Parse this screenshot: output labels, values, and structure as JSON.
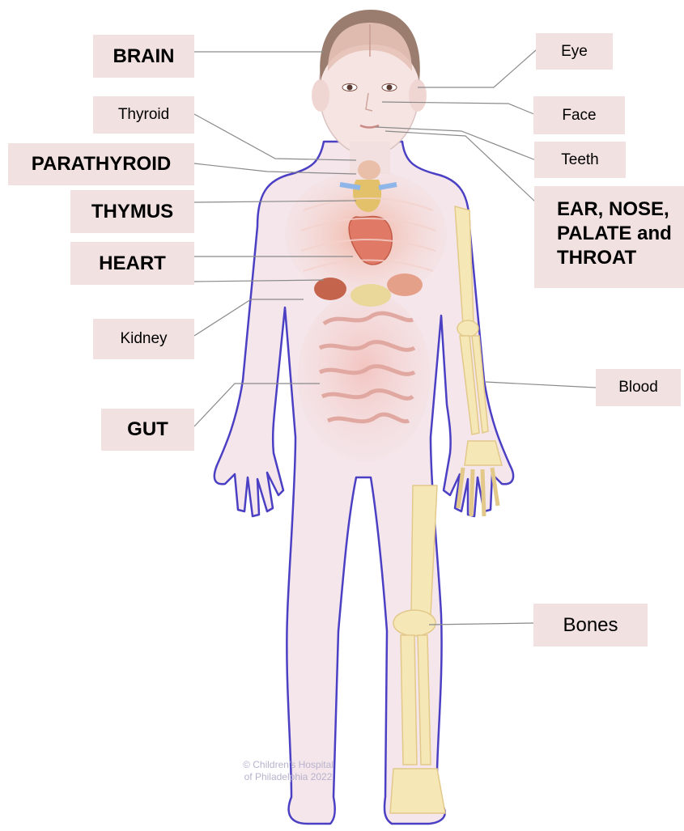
{
  "labels": {
    "brain": "BRAIN",
    "thyroid": "Thyroid",
    "parathyroid": "PARATHYROID",
    "thymus": "THYMUS",
    "heart": "HEART",
    "kidney": "Kidney",
    "gut": "GUT",
    "eye": "Eye",
    "face": "Face",
    "teeth": "Teeth",
    "ent_line1": "EAR, NOSE,",
    "ent_line2": "PALATE and",
    "ent_line3": "THROAT",
    "blood": "Blood",
    "bones": "Bones"
  },
  "copyright_line1": "© Children's Hospital",
  "copyright_line2": "of Philadelphia 2022",
  "colors": {
    "label_background": "#f2e1e1",
    "body_outline": "#4b3fc4",
    "skin": "#f4e6ea",
    "organ": "#e8a08c",
    "bone": "#f6e7b6"
  }
}
